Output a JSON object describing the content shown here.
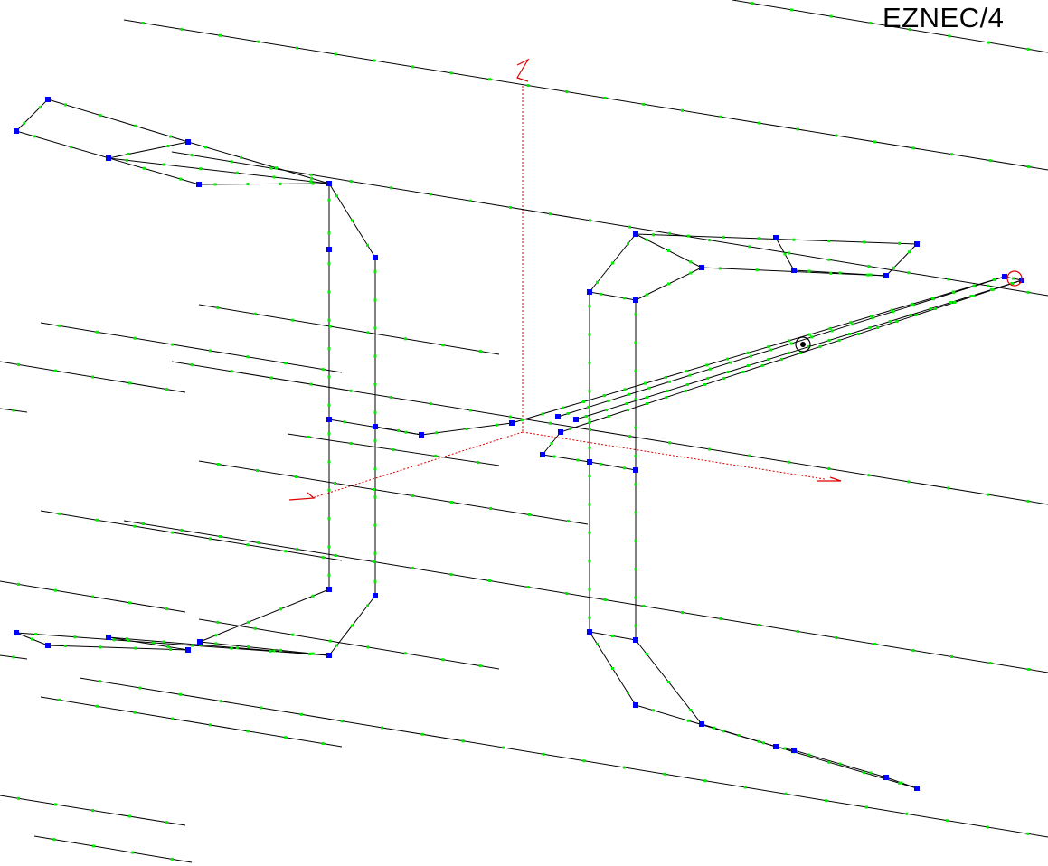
{
  "app_title": "EZNEC/4",
  "axes": {
    "x_label": "X",
    "y_label": "Y",
    "z_label": "Z",
    "color": "#dd0000"
  },
  "colors": {
    "wire": "#000000",
    "segment": "#00ee00",
    "wire_end": "#0000ff",
    "source_marker": "#000000",
    "load_marker": "#dd0000",
    "background": "#ffffff"
  },
  "icons": {
    "source": "source-circle-icon",
    "load": "load-circle-icon"
  }
}
